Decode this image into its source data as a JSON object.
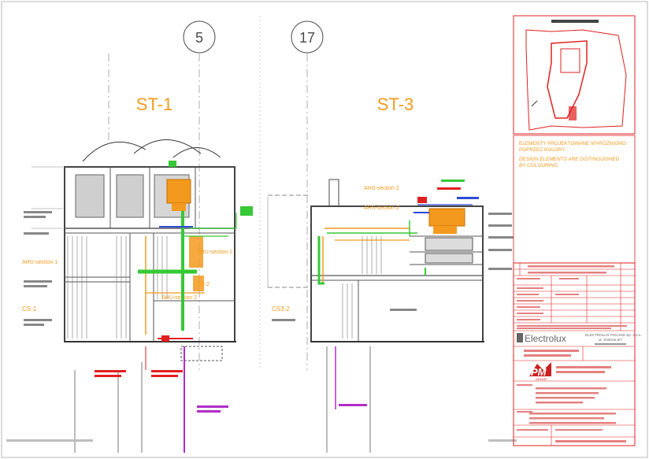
{
  "colors": {
    "red": "#e02020",
    "orange": "#f39a1e",
    "green": "#36c936",
    "blue": "#2c4bd6",
    "magenta": "#b02cc8",
    "grey": "#7a7a7a",
    "dark": "#2a2a2a"
  },
  "grid": {
    "axis_left": "5",
    "axis_right": "17"
  },
  "sections": {
    "left": "ST-1",
    "right": "ST-3"
  },
  "labels": {
    "ahu_left": "AHU-section 2",
    "ahu_left_2": "AHU-section 2",
    "ahu_right": "AHS-section 2",
    "ahu_right_2": "AHS-section 2",
    "cs_left": "CS-1",
    "cs_left_2": "CS-2",
    "cs_right": "CS3-2",
    "unit_left": "AHU-section 1"
  },
  "legend": {
    "pl_line1": "ELEMENTY PROJEKTOWANE WYRÓŻNIONO",
    "pl_line2": "POPRZEZ KOLORY",
    "en_line1": "DESIGN ELEMENTS ARE DISTINGUISHED",
    "en_line2": "BY COLOURING"
  },
  "titleblock": {
    "client_logo": "Electrolux",
    "client_name": "ELECTROLUX POLAND Sp. z o.o.",
    "client_addr": "ul. Srebrna 6/7",
    "designer_logo": "PM",
    "designer_sub": "GROUP"
  }
}
